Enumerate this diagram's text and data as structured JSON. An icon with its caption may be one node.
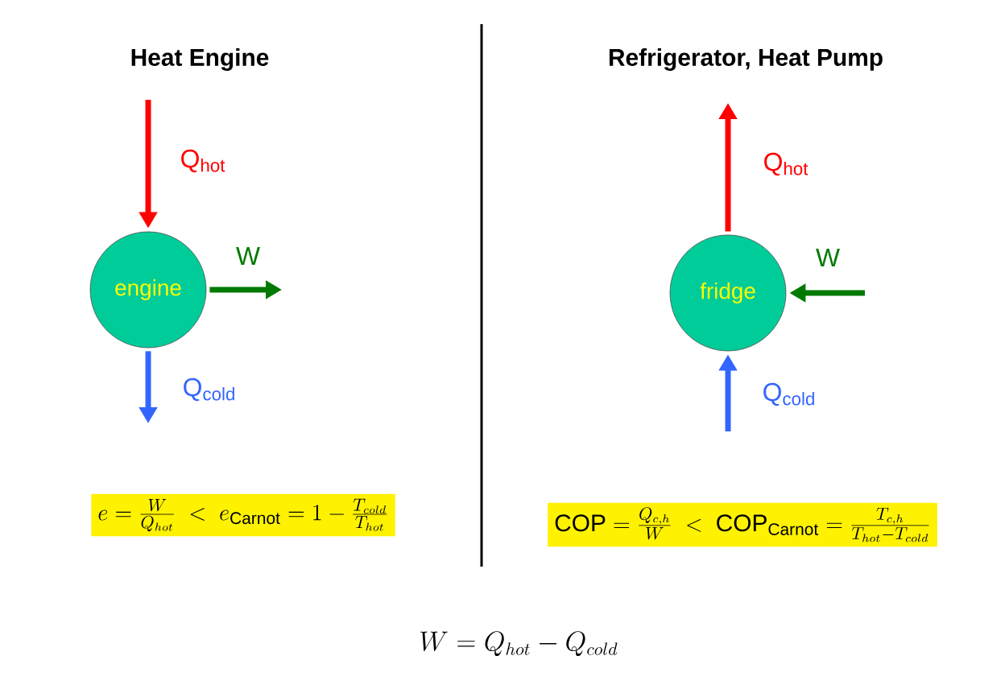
{
  "diagram": {
    "nodes": [
      {
        "text": [
          "engine"
        ]
      },
      {
        "text": [
          "fridge"
        ]
      },
      {
        "text": [
          "e=\\frac{W}{Q_{hot}}\\;<\\;e_{\\mathrm{Carnot}}=1-\\frac{T_{cold}}{T_{hot}}"
        ]
      },
      {
        "text": [
          "\\mathrm{COP}=\\frac{Q_{c,h}}{W}\\;<\\;\\mathrm{COP}_{\\mathrm{Carnot}}=\\frac{T_{c,h}}{T_{hot}-T_{cold}}"
        ]
      }
    ],
    "edges": [
      {
        "from": null,
        "to": 0,
        "arrow": "to",
        "label": "Q$_{hot}$",
        "color": "#ff0000"
      },
      {
        "from": 0,
        "to": null,
        "arrow": "to",
        "label": "W",
        "color": "#007a00"
      },
      {
        "from": 0,
        "to": null,
        "arrow": "to",
        "label": "Q$_{cold}$",
        "color": "#3366ff"
      },
      {
        "from": 1,
        "to": null,
        "arrow": "to",
        "label": "Q$_{hot}$",
        "color": "#ff0000"
      },
      {
        "from": null,
        "to": 1,
        "arrow": "to",
        "label": "W",
        "color": "#007a00"
      },
      {
        "from": null,
        "to": 1,
        "arrow": "to",
        "label": "Q$_{cold}$",
        "color": "#3366ff"
      }
    ],
    "labels": [
      "Heat Engine",
      "Refrigerator, Heat Pump",
      "W=Q_{hot}-Q_{cold}"
    ]
  }
}
